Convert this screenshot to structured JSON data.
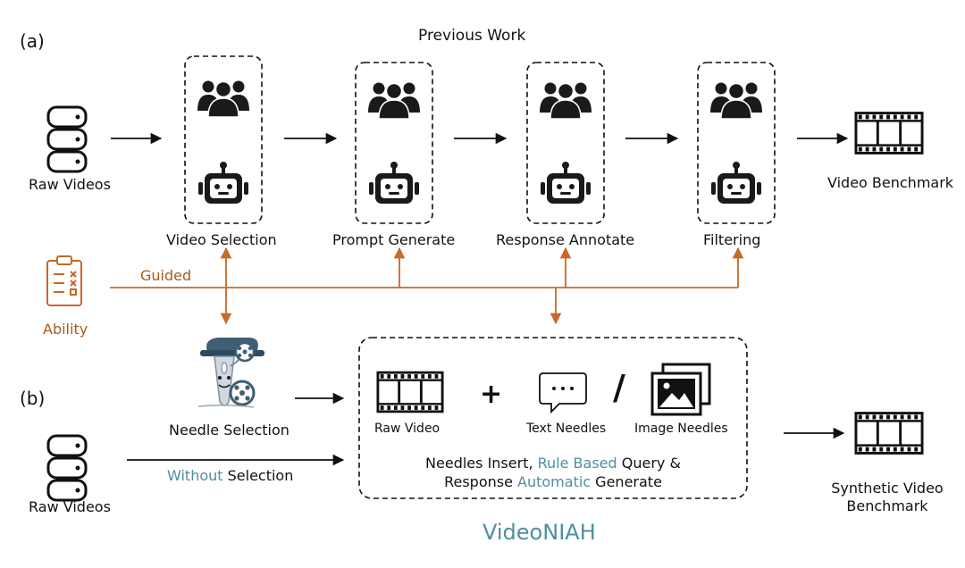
{
  "panel_a": {
    "tag": "(a)",
    "title": "Previous Work",
    "source_label": "Raw Videos",
    "output_label": "Video Benchmark",
    "steps": [
      "Video Selection",
      "Prompt Generate",
      "Response Annotate",
      "Filtering"
    ]
  },
  "ability": {
    "label": "Ability",
    "guided_label": "Guided"
  },
  "panel_b": {
    "tag": "(b)",
    "source_label": "Raw Videos",
    "needle_selection_label": "Needle Selection",
    "without_word": "Without",
    "selection_word": " Selection",
    "raw_video_label": "Raw Video",
    "plus_symbol": "+",
    "slash_symbol": "/",
    "text_needles_label": "Text Needles",
    "image_needles_label": "Image Needles",
    "line1_part1": "Needles Insert, ",
    "line1_highlight": "Rule Based",
    "line1_part2": " Query &",
    "line2_part1": "Response ",
    "line2_highlight": "Automatic",
    "line2_part2": " Generate",
    "output_line1": "Synthetic Video",
    "output_line2": "Benchmark",
    "method_name": "VideoNIAH"
  },
  "colors": {
    "accent_orange": "#c8682a",
    "accent_teal": "#4e8ea3",
    "icon_dark": "#1a1a1a"
  }
}
